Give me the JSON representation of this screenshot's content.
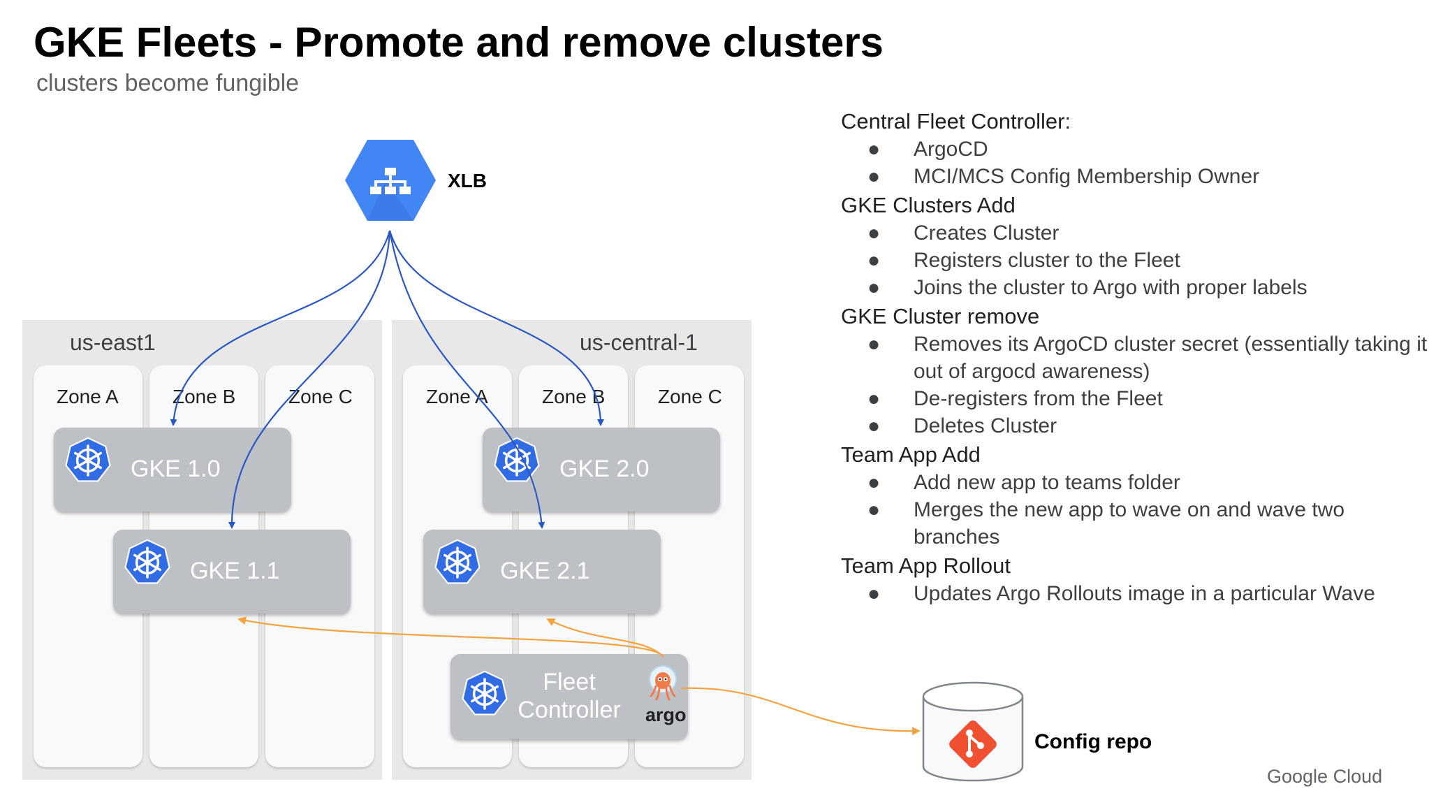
{
  "title": "GKE Fleets - Promote and remove clusters",
  "subtitle": "clusters become fungible",
  "xlb": {
    "label": "XLB",
    "icon": "load-balancer-icon"
  },
  "regions": [
    {
      "label": "us-east1",
      "zones": [
        "Zone A",
        "Zone B",
        "Zone C"
      ]
    },
    {
      "label": "us-central-1",
      "zones": [
        "Zone A",
        "Zone B",
        "Zone C"
      ]
    }
  ],
  "clusters": {
    "gke10": "GKE 1.0",
    "gke11": "GKE 1.1",
    "gke20": "GKE 2.0",
    "gke21": "GKE 2.1"
  },
  "fleet_controller": {
    "line1": "Fleet",
    "line2": "Controller",
    "argo": "argo"
  },
  "config_repo": {
    "label": "Config repo",
    "icon": "git-icon"
  },
  "logo": "Google Cloud",
  "bullet_char": "●",
  "sections": [
    {
      "heading": "Central Fleet Controller:",
      "items": [
        "ArgoCD",
        "MCI/MCS Config Membership Owner"
      ]
    },
    {
      "heading": "GKE Clusters Add",
      "items": [
        "Creates Cluster",
        "Registers cluster to the Fleet",
        "Joins the cluster to Argo with proper labels"
      ]
    },
    {
      "heading": "GKE Cluster remove",
      "items": [
        "Removes its ArgoCD cluster secret (essentially taking it out of argocd awareness)",
        "De-registers from the Fleet",
        "Deletes Cluster"
      ]
    },
    {
      "heading": "Team App Add",
      "items": [
        "Add new app to teams folder",
        "Merges the new app to wave on and wave two branches"
      ]
    },
    {
      "heading": "Team App Rollout",
      "items": [
        "Updates Argo Rollouts image in a particular Wave"
      ]
    }
  ],
  "colors": {
    "gcp_blue": "#4285f4",
    "arrow_blue": "#2a56c6",
    "arrow_orange": "#f4a340",
    "git_red": "#f05133",
    "argo_orange": "#ef7b4d"
  }
}
